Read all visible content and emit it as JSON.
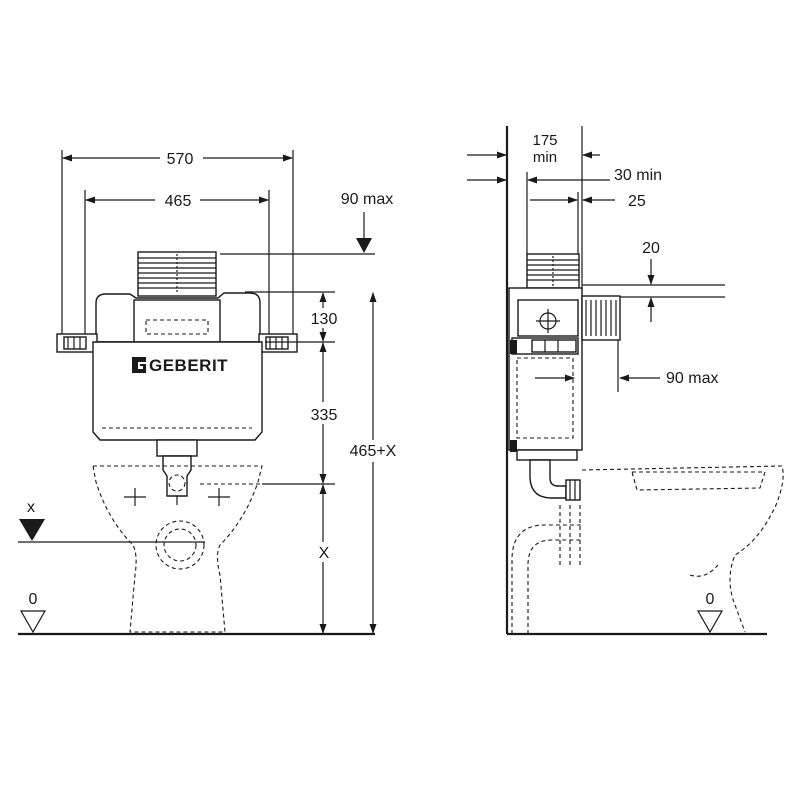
{
  "front_view": {
    "dim_total_width": "570",
    "dim_bracket_width": "465",
    "dim_inlet_drop": "90 max",
    "dim_top_height": "130",
    "dim_cistern_height": "335",
    "dim_overall_height": "465+X",
    "dim_pan_height": "X",
    "level_x_label": "x",
    "floor_label": "0",
    "brand": "GEBERIT"
  },
  "side_view": {
    "dim_depth_value": "175",
    "dim_depth_min": "min",
    "dim_front_clearance": "30 min",
    "dim_wall_offset": "25",
    "dim_top_offset": "20",
    "dim_side_inlet": "90 max",
    "floor_label": "0"
  },
  "colors": {
    "line": "#1a1a1a",
    "background": "#ffffff"
  }
}
